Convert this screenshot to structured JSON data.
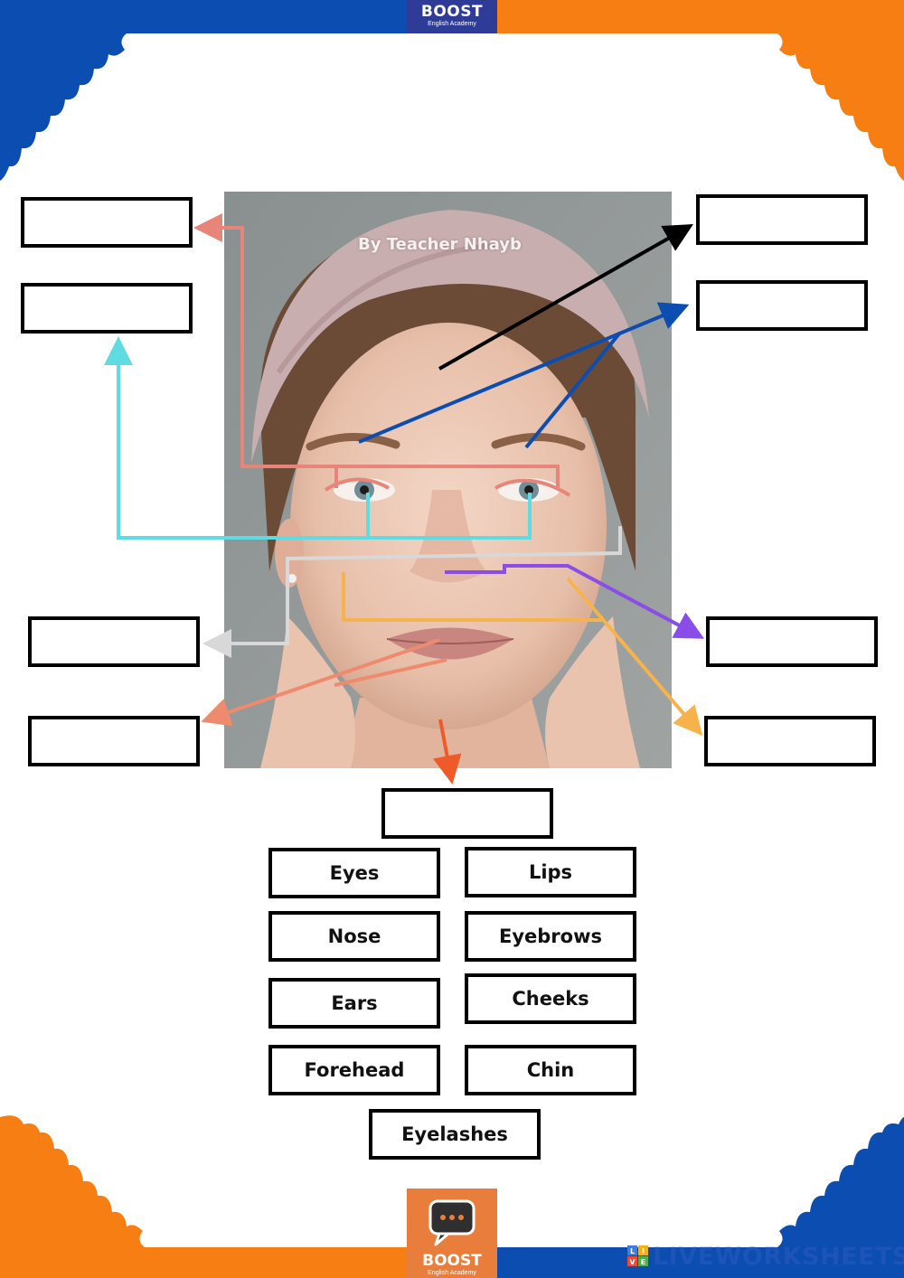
{
  "brand": {
    "name": "BOOST",
    "subtitle": "English Academy"
  },
  "photo": {
    "credit": "By Teacher Nhayb"
  },
  "word_bank": [
    "Eyes",
    "Lips",
    "Nose",
    "Eyebrows",
    "Ears",
    "Cheeks",
    "Forehead",
    "Chin",
    "Eyelashes"
  ],
  "footer": {
    "site": "LIVEWORKSHEETS",
    "badge_letters": [
      "L",
      "I",
      "V",
      "E"
    ]
  },
  "colors": {
    "blue": "#0b4db0",
    "orange": "#f77e12",
    "salmon": "#e8857a",
    "cyan": "#5fdbe2",
    "purple": "#8a4de8",
    "light_orange": "#f7b34b",
    "grey": "#d8d8d8",
    "red_orange": "#f05a28"
  }
}
